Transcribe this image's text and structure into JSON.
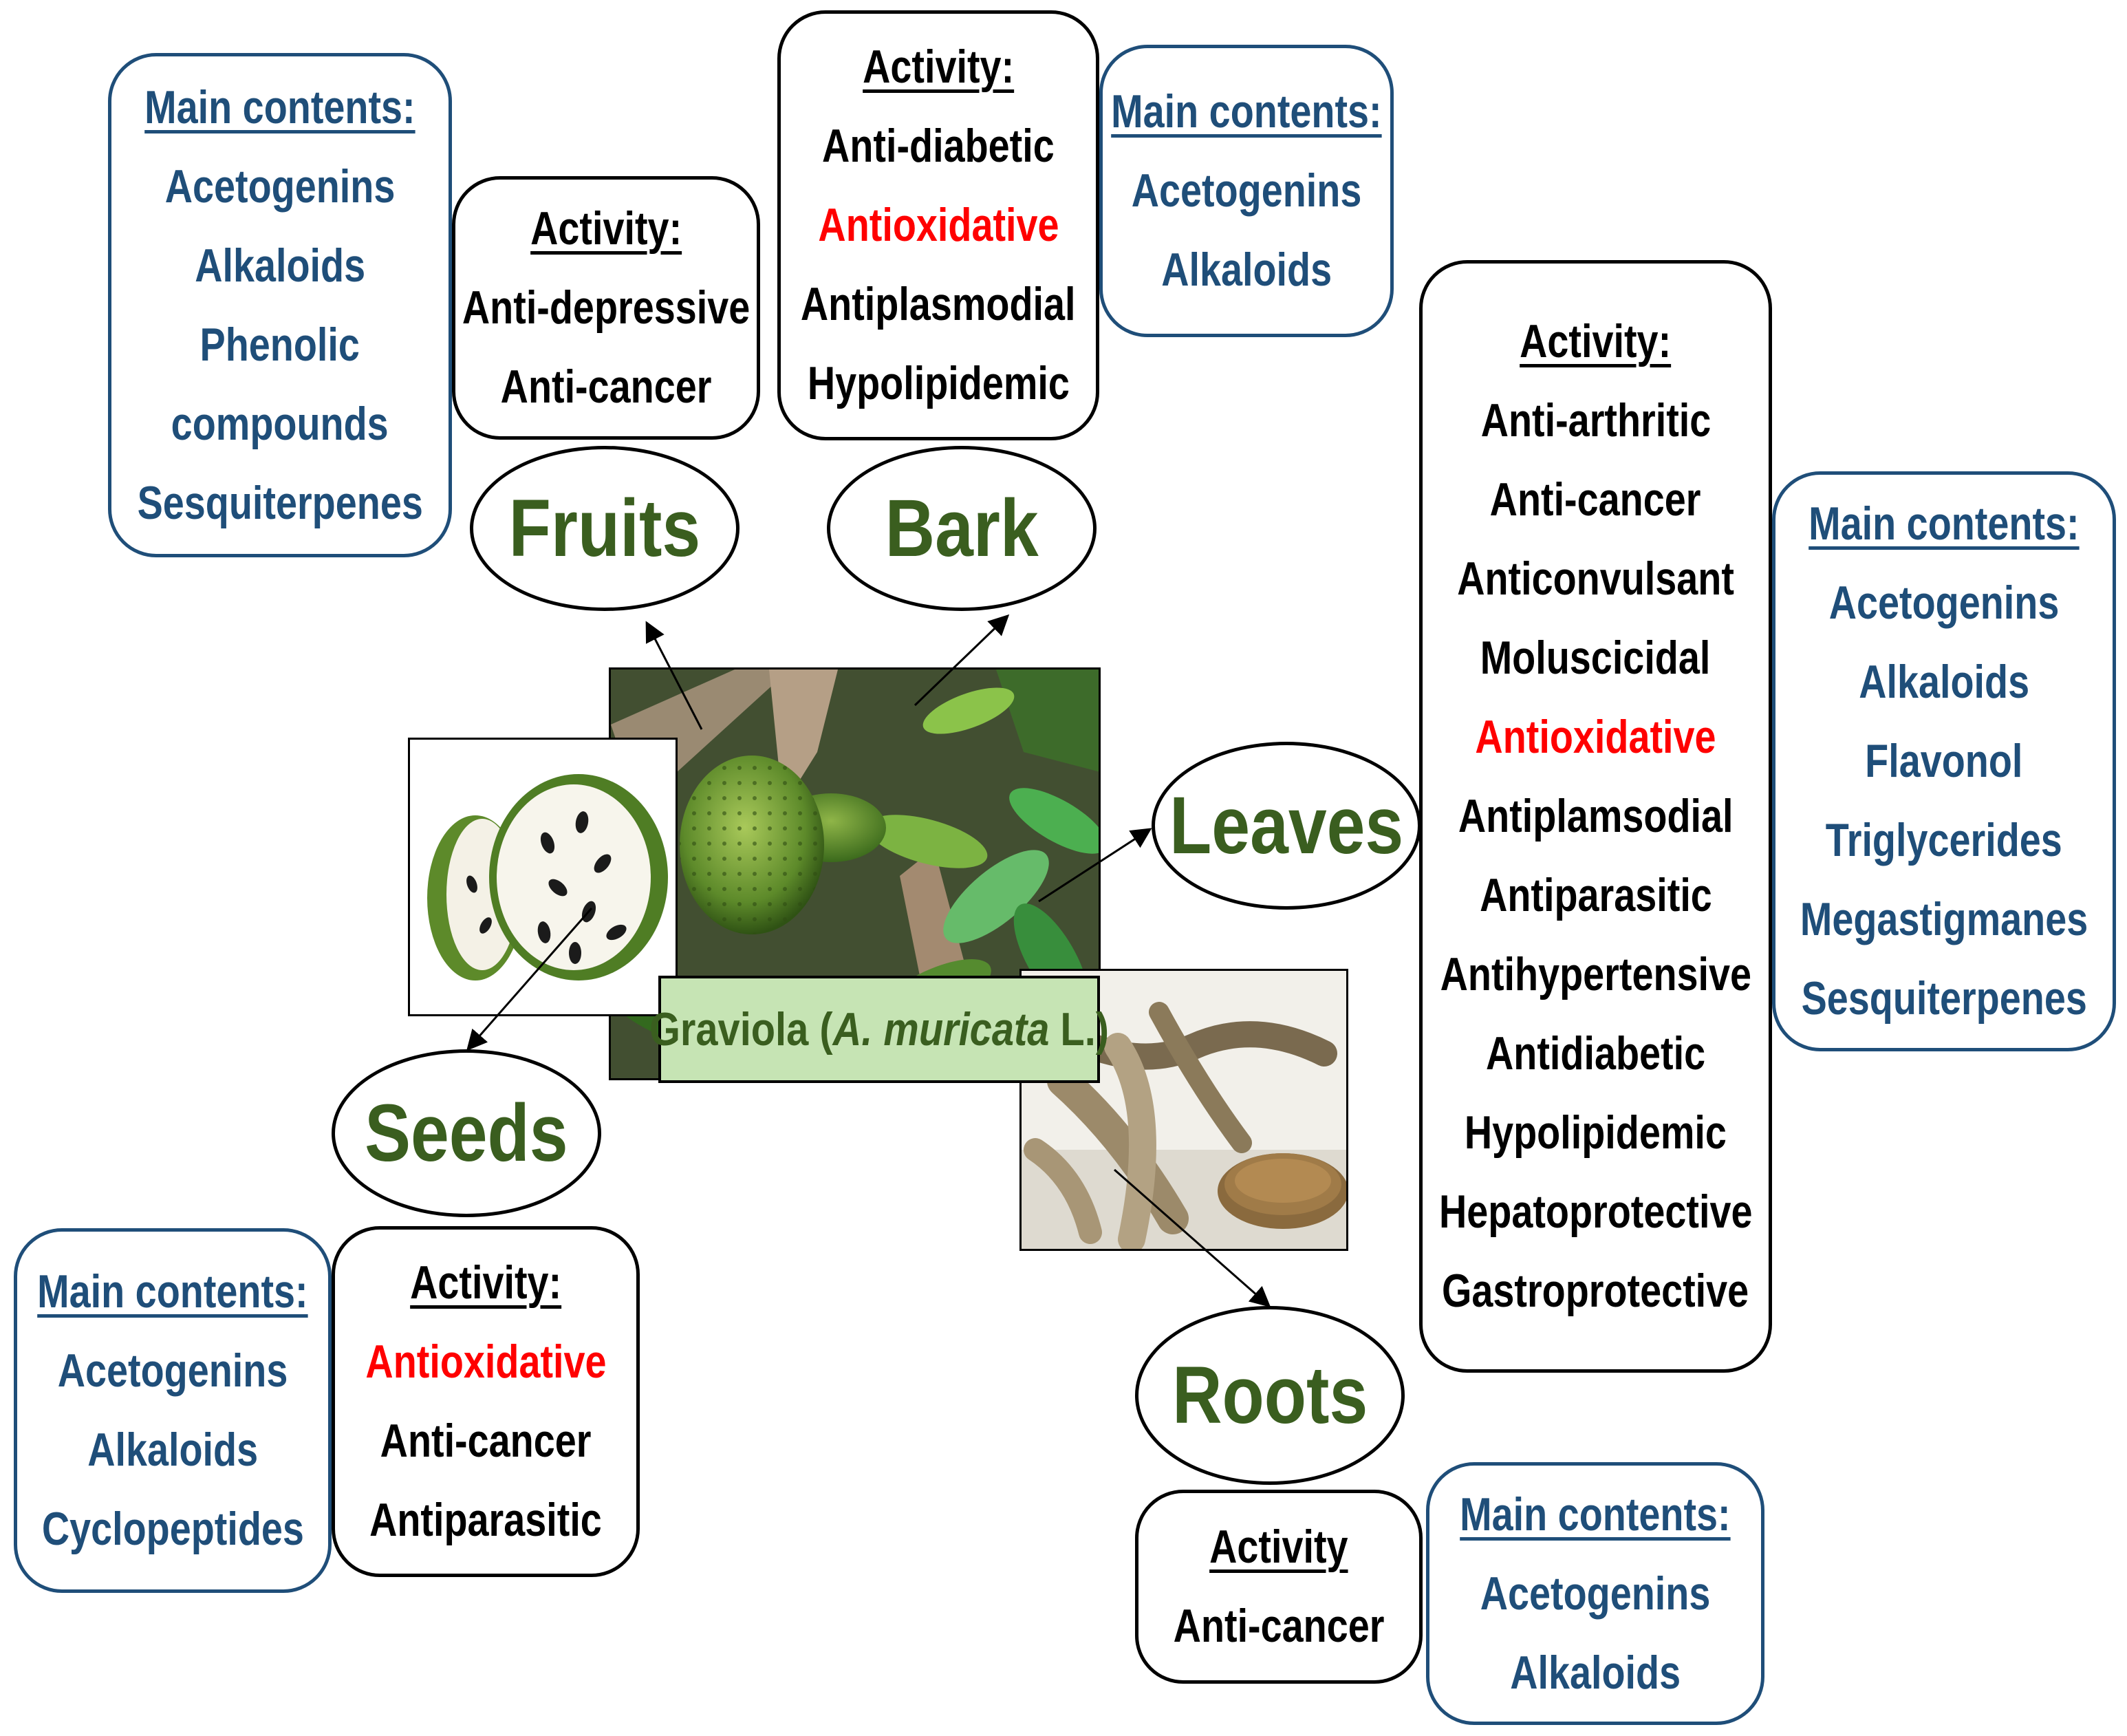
{
  "caption": {
    "common_name": "Graviola (",
    "species": "A. muricata",
    "author": " L.)"
  },
  "parts": {
    "fruits": {
      "label": "Fruits",
      "activity_heading": "Activity:",
      "activity": [
        "Anti-depressive",
        "Anti-cancer"
      ],
      "contents_heading": "Main contents:",
      "contents": [
        "Acetogenins",
        "Alkaloids",
        "Phenolic",
        "compounds",
        "Sesquiterpenes"
      ]
    },
    "bark": {
      "label": "Bark",
      "activity_heading": "Activity:",
      "activity": [
        "Anti-diabetic",
        "Antioxidative",
        "Antiplasmodial",
        "Hypolipidemic"
      ],
      "contents_heading": "Main contents:",
      "contents": [
        "Acetogenins",
        "Alkaloids"
      ]
    },
    "leaves": {
      "label": "Leaves",
      "activity_heading": "Activity:",
      "activity": [
        "Anti-arthritic",
        "Anti-cancer",
        "Anticonvulsant",
        "Moluscicidal",
        "Antioxidative",
        "Antiplamsodial",
        "Antiparasitic",
        "Antihypertensive",
        "Antidiabetic",
        "Hypolipidemic",
        "Hepatoprotective",
        "Gastroprotective"
      ],
      "contents_heading": "Main contents:",
      "contents": [
        "Acetogenins",
        "Alkaloids",
        "Flavonol",
        "Triglycerides",
        "Megastigmanes",
        "Sesquiterpenes"
      ]
    },
    "seeds": {
      "label": "Seeds",
      "activity_heading": "Activity:",
      "activity": [
        "Antioxidative",
        "Anti-cancer",
        "Antiparasitic"
      ],
      "contents_heading": "Main contents:",
      "contents": [
        "Acetogenins",
        "Alkaloids",
        "Cyclopeptides"
      ]
    },
    "roots": {
      "label": "Roots",
      "activity_heading": "Activity",
      "activity": [
        "Anti-cancer"
      ],
      "contents_heading": "Main contents:",
      "contents": [
        "Acetogenins",
        "Alkaloids"
      ]
    }
  },
  "highlight_term": "Antioxidative",
  "colors": {
    "activity_text": "#000000",
    "contents_text": "#1f4e79",
    "highlight": "#ff0000",
    "part_label": "#3a5e1f",
    "caption_bg": "#c6e4b4"
  },
  "images": [
    "soursop-tree-photo",
    "cut-fruit-photo",
    "roots-photo"
  ]
}
